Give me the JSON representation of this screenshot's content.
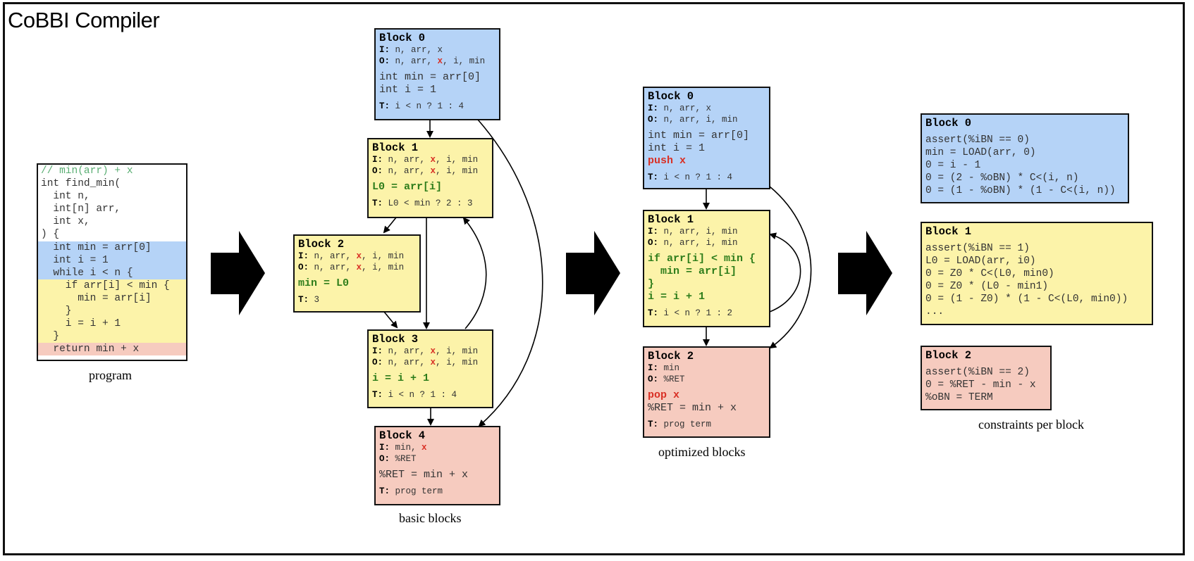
{
  "title": "CoBBI Compiler",
  "program": {
    "caption": "program",
    "lines": [
      {
        "text": "// min(arr) + x",
        "style": "comment"
      },
      {
        "text": "int find_min(",
        "style": "plain"
      },
      {
        "text": "  int n,",
        "style": "plain"
      },
      {
        "text": "  int[n] arr,",
        "style": "plain"
      },
      {
        "text": "  int x,",
        "style": "plain"
      },
      {
        "text": ") {",
        "style": "plain"
      },
      {
        "text": "  int min = arr[0]",
        "style": "blue"
      },
      {
        "text": "  int i = 1",
        "style": "blue"
      },
      {
        "text": "  while i < n {",
        "style": "blue"
      },
      {
        "text": "    if arr[i] < min {",
        "style": "yellow"
      },
      {
        "text": "      min = arr[i]",
        "style": "yellow"
      },
      {
        "text": "    }",
        "style": "yellow"
      },
      {
        "text": "    i = i + 1",
        "style": "yellow"
      },
      {
        "text": "  }",
        "style": "yellow"
      },
      {
        "text": "  return min + x",
        "style": "pink"
      }
    ]
  },
  "basic_blocks": {
    "caption": "basic blocks",
    "blocks": [
      {
        "name": "Block 0",
        "color": "blue",
        "I": [
          {
            "t": "n, arr, x"
          }
        ],
        "O": [
          {
            "t": "n, arr, "
          },
          {
            "t": "x",
            "red": true
          },
          {
            "t": ", i, min"
          }
        ],
        "code": [
          "int min = arr[0]",
          "int i = 1"
        ],
        "code_style": "plain",
        "T": "i < n ? 1 : 4"
      },
      {
        "name": "Block 1",
        "color": "yellow",
        "I": [
          {
            "t": "n, arr, "
          },
          {
            "t": "x",
            "red": true
          },
          {
            "t": ", i, min"
          }
        ],
        "O": [
          {
            "t": "n, arr, "
          },
          {
            "t": "x",
            "red": true
          },
          {
            "t": ", i, min"
          }
        ],
        "code": [
          "L0 = arr[i]"
        ],
        "code_style": "green",
        "T": "L0 < min ? 2 : 3"
      },
      {
        "name": "Block 2",
        "color": "yellow",
        "I": [
          {
            "t": "n, arr, "
          },
          {
            "t": "x",
            "red": true
          },
          {
            "t": ", i, min"
          }
        ],
        "O": [
          {
            "t": "n, arr, "
          },
          {
            "t": "x",
            "red": true
          },
          {
            "t": ", i, min"
          }
        ],
        "code": [
          "min = L0"
        ],
        "code_style": "green",
        "T": "3"
      },
      {
        "name": "Block 3",
        "color": "yellow",
        "I": [
          {
            "t": "n, arr, "
          },
          {
            "t": "x",
            "red": true
          },
          {
            "t": ", i, min"
          }
        ],
        "O": [
          {
            "t": "n, arr, "
          },
          {
            "t": "x",
            "red": true
          },
          {
            "t": ", i, min"
          }
        ],
        "code": [
          "i = i + 1"
        ],
        "code_style": "green",
        "T": "i < n ? 1 : 4"
      },
      {
        "name": "Block 4",
        "color": "pink",
        "I": [
          {
            "t": "min, "
          },
          {
            "t": "x",
            "red": true
          }
        ],
        "O": [
          {
            "t": "%RET"
          }
        ],
        "code": [
          "%RET = min + x"
        ],
        "code_style": "plain",
        "T": "prog term"
      }
    ],
    "edges": [
      [
        "Block 0",
        "Block 1"
      ],
      [
        "Block 0",
        "Block 4"
      ],
      [
        "Block 1",
        "Block 2"
      ],
      [
        "Block 1",
        "Block 3"
      ],
      [
        "Block 2",
        "Block 3"
      ],
      [
        "Block 3",
        "Block 1"
      ],
      [
        "Block 3",
        "Block 4"
      ]
    ]
  },
  "optimized_blocks": {
    "caption": "optimized blocks",
    "blocks": [
      {
        "name": "Block 0",
        "color": "blue",
        "I": [
          {
            "t": "n, arr, x"
          }
        ],
        "O": [
          {
            "t": "n, arr, i, min"
          }
        ],
        "code": [
          {
            "t": "int min = arr[0]",
            "s": "plain"
          },
          {
            "t": "int i = 1",
            "s": "plain"
          },
          {
            "t": "push x",
            "s": "red"
          }
        ],
        "T": "i < n ? 1 : 4"
      },
      {
        "name": "Block 1",
        "color": "yellow",
        "I": [
          {
            "t": "n, arr, i, min"
          }
        ],
        "O": [
          {
            "t": "n, arr, i, min"
          }
        ],
        "code": [
          {
            "t": "if arr[i] < min {",
            "s": "green"
          },
          {
            "t": "  min = arr[i]",
            "s": "green"
          },
          {
            "t": "}",
            "s": "green"
          },
          {
            "t": "i = i + 1",
            "s": "green"
          }
        ],
        "T": "i < n ? 1 : 2"
      },
      {
        "name": "Block 2",
        "color": "pink",
        "I": [
          {
            "t": "min"
          }
        ],
        "O": [
          {
            "t": "%RET"
          }
        ],
        "code": [
          {
            "t": "pop x",
            "s": "red"
          },
          {
            "t": "%RET = min + x",
            "s": "plain"
          }
        ],
        "T": "prog term"
      }
    ],
    "edges": [
      [
        "Block 0",
        "Block 1"
      ],
      [
        "Block 0",
        "Block 2"
      ],
      [
        "Block 1",
        "Block 1"
      ],
      [
        "Block 1",
        "Block 2"
      ]
    ]
  },
  "constraints": {
    "caption": "constraints per block",
    "blocks": [
      {
        "name": "Block 0",
        "color": "blue",
        "lines": [
          "assert(%iBN == 0)",
          "min = LOAD(arr, 0)",
          "0 = i - 1",
          "0 = (2 - %oBN) * C<(i, n)",
          "0 = (1 - %oBN) * (1 - C<(i, n))"
        ]
      },
      {
        "name": "Block 1",
        "color": "yellow",
        "lines": [
          "assert(%iBN == 1)",
          "L0 = LOAD(arr, i0)",
          "0 = Z0 * C<(L0, min0)",
          "0 = Z0 * (L0 - min1)",
          "0 = (1 - Z0) * (1 - C<(L0, min0))",
          "..."
        ]
      },
      {
        "name": "Block 2",
        "color": "pink",
        "lines": [
          "assert(%iBN == 2)",
          "0 = %RET - min - x",
          "%oBN = TERM"
        ]
      }
    ]
  },
  "labels": {
    "I": "I:",
    "O": "O:",
    "T": "T:"
  },
  "colors": {
    "blue": "#b5d3f7",
    "yellow": "#fcf3a9",
    "pink": "#f6cbbf",
    "red": "#d93025",
    "green": "#2e7d1b",
    "comment": "#5aae73"
  }
}
